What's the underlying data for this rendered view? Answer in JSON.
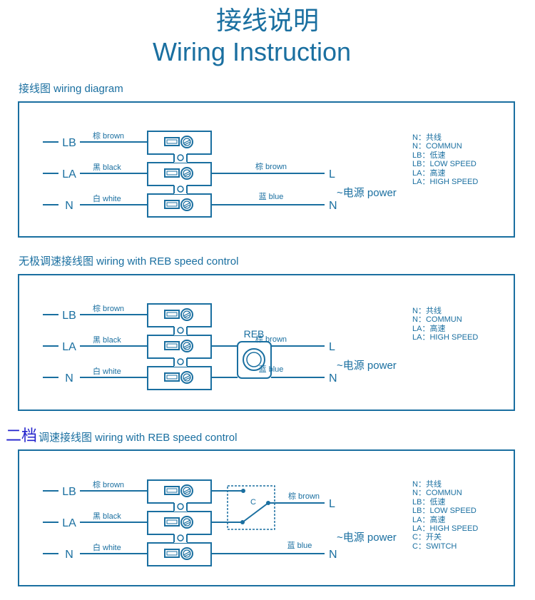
{
  "header": {
    "title_cn": "接线说明",
    "title_en": "Wiring Instruction"
  },
  "colors": {
    "primary": "#1a6fa0",
    "accent_label": "#2222cc"
  },
  "sections": [
    {
      "title": "接线图 wiring diagram",
      "wires": [
        {
          "terminal": "LB",
          "color_label": "棕 brown"
        },
        {
          "terminal": "LA",
          "color_label": "黑 black"
        },
        {
          "terminal": "N",
          "color_label": "白 white"
        }
      ],
      "output_wires": [
        {
          "color_label": "棕 brown",
          "terminal": "L"
        },
        {
          "color_label": "蓝 blue",
          "terminal": "N"
        }
      ],
      "power_label": "~电源 power",
      "legend": [
        "N：共线",
        "N：COMMUN",
        "LB：低速",
        "LB：LOW SPEED",
        "LA：高速",
        "LA：HIGH SPEED"
      ]
    },
    {
      "title": "无极调速接线图 wiring with REB speed control",
      "device_label": "REB",
      "wires": [
        {
          "terminal": "LB",
          "color_label": "棕 brown"
        },
        {
          "terminal": "LA",
          "color_label": "黑 black"
        },
        {
          "terminal": "N",
          "color_label": "白 white"
        }
      ],
      "output_wires": [
        {
          "color_label": "棕 brown",
          "terminal": "L"
        },
        {
          "color_label": "蓝 blue",
          "terminal": "N"
        }
      ],
      "power_label": "~电源 power",
      "legend": [
        "N：共线",
        "N：COMMUN",
        "LA：高速",
        "LA：HIGH SPEED"
      ]
    },
    {
      "title_prefix": "二档",
      "title": "调速接线图 wiring with REB speed control",
      "switch_label": "C",
      "wires": [
        {
          "terminal": "LB",
          "color_label": "棕 brown"
        },
        {
          "terminal": "LA",
          "color_label": "黑 black"
        },
        {
          "terminal": "N",
          "color_label": "白 white"
        }
      ],
      "output_wires": [
        {
          "color_label": "棕 brown",
          "terminal": "L"
        },
        {
          "color_label": "蓝 blue",
          "terminal": "N"
        }
      ],
      "power_label": "~电源 power",
      "legend": [
        "N：共线",
        "N：COMMUN",
        "LB：低速",
        "LB：LOW SPEED",
        "LA：高速",
        "LA：HIGH SPEED",
        "C：开关",
        "C：SWITCH"
      ]
    }
  ]
}
